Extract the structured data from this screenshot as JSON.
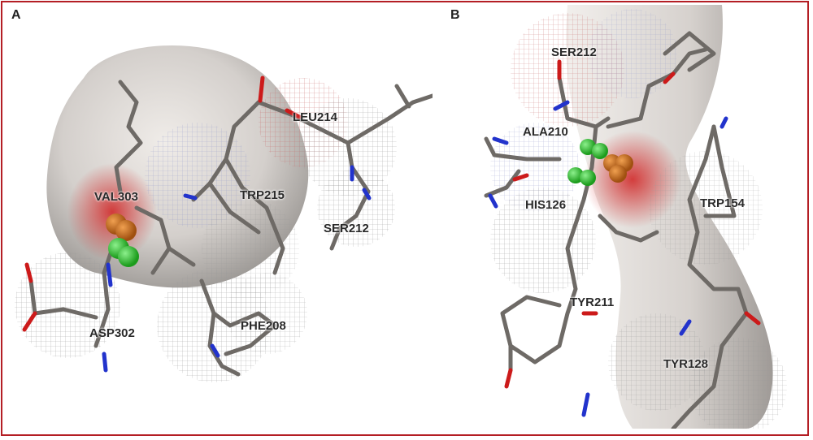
{
  "panels": [
    {
      "label": "A",
      "residues": [
        "LEU214",
        "TRP215",
        "VAL303",
        "SER212",
        "ASP302",
        "PHE208"
      ]
    },
    {
      "label": "B",
      "residues": [
        "SER212",
        "ALA210",
        "HIS126",
        "TRP154",
        "TYR211",
        "TYR128"
      ]
    }
  ],
  "colors": {
    "frame": "#b41e24",
    "stick": "#6e6a66",
    "nitrogen": "#2233cc",
    "oxygen": "#cc1a1a",
    "ligand_green": "#33cc33",
    "ligand_orange": "#d77a1c",
    "surface": "#c9c4c0"
  }
}
